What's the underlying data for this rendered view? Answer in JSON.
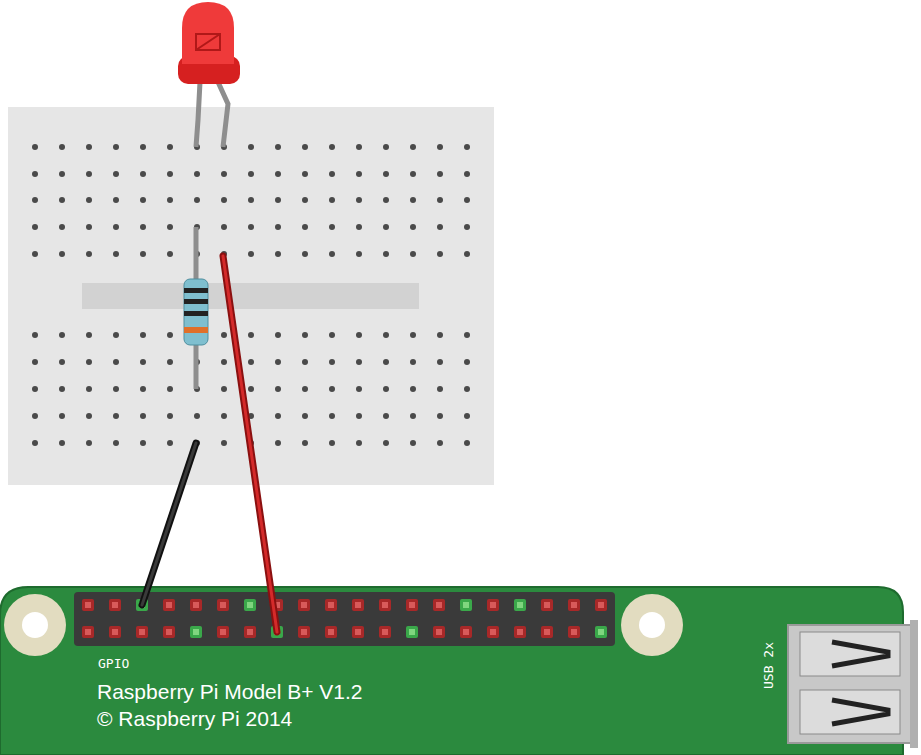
{
  "diagram": {
    "nodes": [
      {
        "text": [
          "GPIO",
          "Raspberry Pi Model B+ V1.2",
          "© Raspberry Pi 2014",
          "USB 2x"
        ]
      }
    ]
  }
}
